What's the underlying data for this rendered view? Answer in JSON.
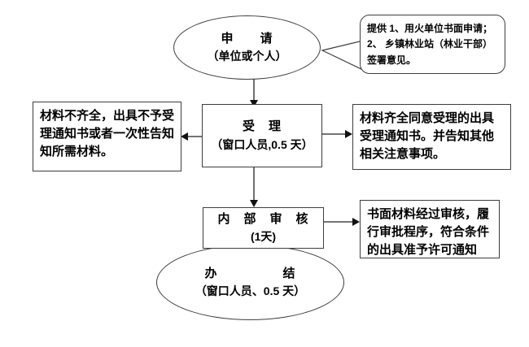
{
  "flowchart": {
    "nodes": {
      "apply": {
        "line1": "申　　请",
        "line2": "（单位或个人）"
      },
      "apply_note": {
        "text": "提供 1、用火单位书面申请；\n2、 乡镇林业站（林业干部）\n签署意见。"
      },
      "accept": {
        "line1": "受　理",
        "line2": "（窗口人员,0.5 天）"
      },
      "incomplete_note": {
        "text": "材料不齐全，出具不予受理通知书或者一次性告知知所需材料。"
      },
      "complete_note": {
        "text": "材料齐全同意受理的出具受理通知书。并告知其他相关注意事项。"
      },
      "internal_review": {
        "line1": "内　部　审　核",
        "line2": "(1天)"
      },
      "review_note": {
        "text": "书面材料经过审核，履行审批程序，符合条件的出具准予许可通知"
      },
      "done": {
        "line1": "办　　　　　结",
        "line2": "（窗口人员、0.5 天）"
      }
    },
    "colors": {
      "stroke": "#3d3d3d",
      "text": "#000000",
      "background": "#ffffff"
    }
  }
}
